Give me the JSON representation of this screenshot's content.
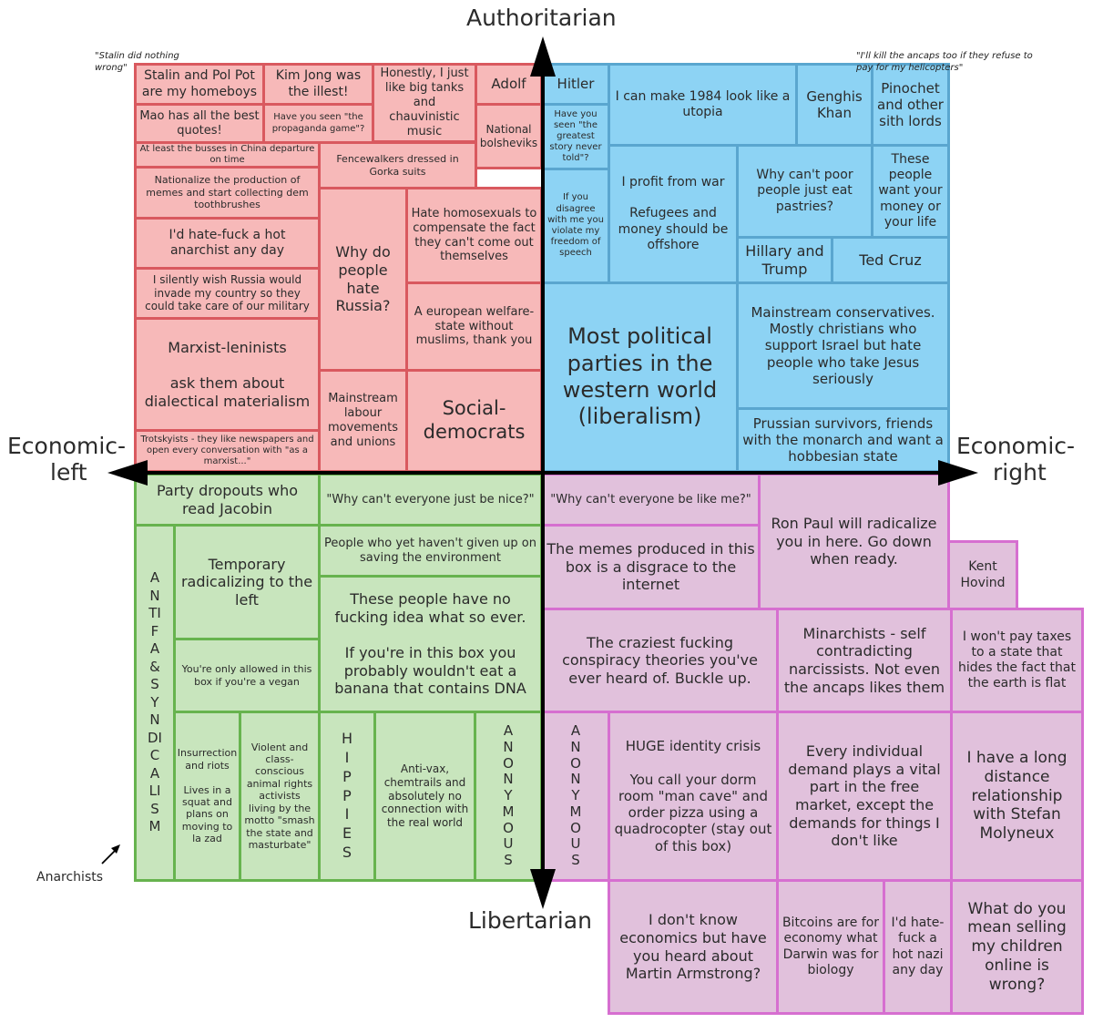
{
  "axes": {
    "top": "Authoritarian",
    "bottom": "Libertarian",
    "left_line1": "Economic-",
    "left_line2": "left",
    "right_line1": "Economic-",
    "right_line2": "right"
  },
  "quotes": {
    "top_left": "\"Stalin did nothing wrong\"",
    "top_right": "\"I'll kill the ancaps too if they refuse to pay for my helicopters\"",
    "anarchists": "Anarchists"
  },
  "colors": {
    "auth_left": "#f7b9b9",
    "auth_right": "#8dd3f4",
    "lib_left": "#c8e5bd",
    "lib_right": "#e1c1dc"
  },
  "auth_left": {
    "stalin": "Stalin and Pol Pot are my homeboys",
    "kim": "Kim Jong was the illest!",
    "tanks": "Honestly, I just like big tanks and chauvinistic music",
    "adolf": "Adolf",
    "mao": "Mao has all the best quotes!",
    "propaganda": "Have you seen \"the propaganda game\"?",
    "natbol": "National bolsheviks",
    "busses": "At least the busses in China departure on time",
    "gorka": "Fencewalkers dressed in Gorka suits",
    "memes": "Nationalize the production of memes and start collecting dem toothbrushes",
    "hate_anarchist": "I'd hate-fuck a hot anarchist any day",
    "russia_wish": "I silently wish Russia would invade my country so they could take care of our military",
    "hate_homo": "Hate homosexuals to compensate the fact they can't come out themselves",
    "hate_russia": "Why do people hate Russia?",
    "european": "A european welfare-state without muslims, thank you",
    "marxist": "Marxist-leninists\n\nask them about dialectical materialism",
    "labour": "Mainstream labour movements and unions",
    "socdem": "Social-democrats",
    "trots": "Trotskyists - they like newspapers and open every conversation with \"as a marxist...\""
  },
  "auth_right": {
    "hitler": "Hitler",
    "utopia": "I can make 1984 look like a utopia",
    "genghis": "Genghis Khan",
    "pinochet": "Pinochet and other sith lords",
    "greatest": "Have you seen \"the greatest story never told\"?",
    "disagree": "If you disagree with me you violate my freedom of speech",
    "war": "I profit from war\n\nRefugees and money should be offshore",
    "pastries": "Why can't poor people just eat pastries?",
    "money": "These people want your money or your life",
    "hillary": "Hillary and Trump",
    "cruz": "Ted Cruz",
    "liberalism": "Most political parties in the western world (liberalism)",
    "conservatives": "Mainstream conservatives.\nMostly christians who support Israel but hate people who take Jesus seriously",
    "prussian": "Prussian survivors, friends with the monarch and want a hobbesian state"
  },
  "lib_left": {
    "jacobin": "Party dropouts who read Jacobin",
    "nice": "\"Why can't everyone just be nice?\"",
    "antifa": "ANTIFA & SYNDICALISM",
    "temporary": "Temporary radicalizing to the left",
    "environment": "People who yet haven't given up on saving the environment",
    "no_idea": "These people have no fucking idea what so ever.\n\nIf you're in this box you probably wouldn't eat a banana that contains DNA",
    "vegan": "You're only allowed in this box if you're a vegan",
    "insurrection": "Insurrection and riots\n\nLives in a squat and plans on moving to la zad",
    "violent": "Violent and class-conscious animal rights activists living by the motto \"smash the state and masturbate\"",
    "hippies": "HIPPIES",
    "antivax": "Anti-vax, chemtrails and absolutely no connection with the real world",
    "anonymous": "ANONYMOUS"
  },
  "lib_right": {
    "like_me": "\"Why can't everyone be like me?\"",
    "ron_paul": "Ron Paul will radicalize you in here. Go down when ready.",
    "disgrace": "The memes produced in this box is a disgrace to the internet",
    "kent": "Kent Hovind",
    "conspiracy": "The craziest fucking conspiracy theories you've ever heard of. Buckle up.",
    "minarchists": "Minarchists - self contradicting narcissists. Not even the ancaps likes them",
    "flat": "I won't pay taxes to a state that hides the fact that the earth is flat",
    "anonymous": "ANONYMOUS",
    "identity": "HUGE identity crisis\n\nYou call your dorm room \"man cave\" and order pizza using a quadrocopter (stay out of this box)",
    "demand": "Every individual demand plays a vital part in the free market, except the demands for things I don't like",
    "molyneux": "I have a long distance relationship with Stefan Molyneux",
    "armstrong": "I don't know economics but have you heard about Martin Armstrong?",
    "bitcoins": "Bitcoins are for economy what Darwin was for biology",
    "nazi": "I'd hate-fuck a hot nazi any day",
    "children": "What do you mean selling my children online is wrong?"
  }
}
